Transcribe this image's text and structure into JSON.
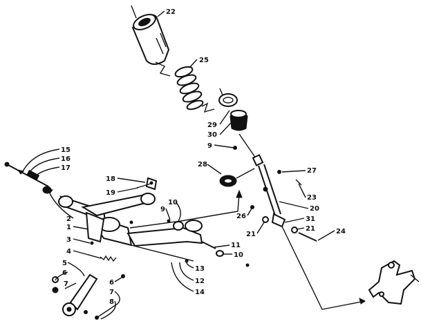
{
  "diagram": {
    "callouts": [
      {
        "id": "c22",
        "text": "22"
      },
      {
        "id": "c25",
        "text": "25"
      },
      {
        "id": "c29",
        "text": "29"
      },
      {
        "id": "c30",
        "text": "30"
      },
      {
        "id": "c9a",
        "text": "9"
      },
      {
        "id": "c28",
        "text": "28"
      },
      {
        "id": "c27",
        "text": "27"
      },
      {
        "id": "c23",
        "text": "23"
      },
      {
        "id": "c20",
        "text": "20"
      },
      {
        "id": "c26",
        "text": "26"
      },
      {
        "id": "c31",
        "text": "31"
      },
      {
        "id": "c21a",
        "text": "21"
      },
      {
        "id": "c21b",
        "text": "21"
      },
      {
        "id": "c24",
        "text": "24"
      },
      {
        "id": "c15",
        "text": "15"
      },
      {
        "id": "c16",
        "text": "16"
      },
      {
        "id": "c17",
        "text": "17"
      },
      {
        "id": "c18",
        "text": "18"
      },
      {
        "id": "c19",
        "text": "19"
      },
      {
        "id": "c10a",
        "text": "10"
      },
      {
        "id": "c9b",
        "text": "9"
      },
      {
        "id": "c2",
        "text": "2"
      },
      {
        "id": "c1",
        "text": "1"
      },
      {
        "id": "c3",
        "text": "3"
      },
      {
        "id": "c4",
        "text": "4"
      },
      {
        "id": "c5",
        "text": "5"
      },
      {
        "id": "c6a",
        "text": "6"
      },
      {
        "id": "c7a",
        "text": "7"
      },
      {
        "id": "c6b",
        "text": "6"
      },
      {
        "id": "c7b",
        "text": "7"
      },
      {
        "id": "c8",
        "text": "8"
      },
      {
        "id": "c11",
        "text": "11"
      },
      {
        "id": "c10b",
        "text": "10"
      },
      {
        "id": "c13",
        "text": "13"
      },
      {
        "id": "c12",
        "text": "12"
      },
      {
        "id": "c14",
        "text": "14"
      }
    ]
  }
}
